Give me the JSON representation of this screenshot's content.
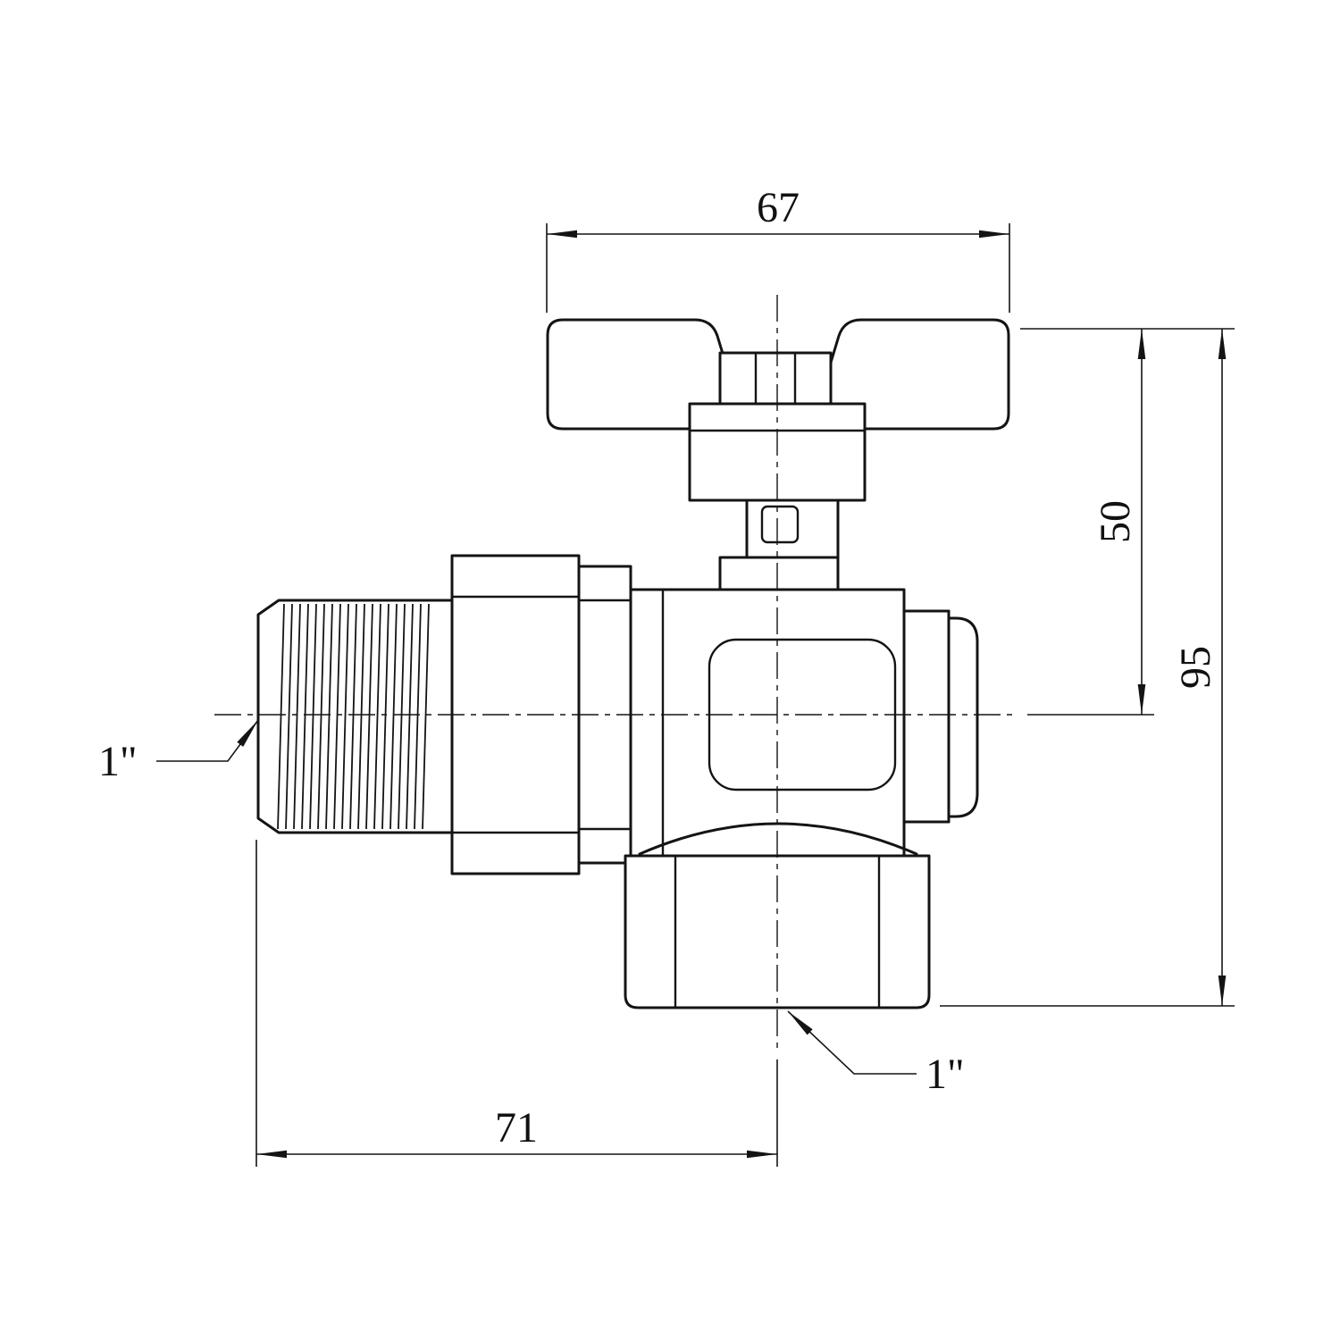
{
  "drawing": {
    "dimensions": {
      "top_width": "67",
      "handle_height": "50",
      "overall_height": "95",
      "bottom_length": "71"
    },
    "callouts": {
      "left_thread": "1\"",
      "bottom_thread": "1\""
    }
  }
}
